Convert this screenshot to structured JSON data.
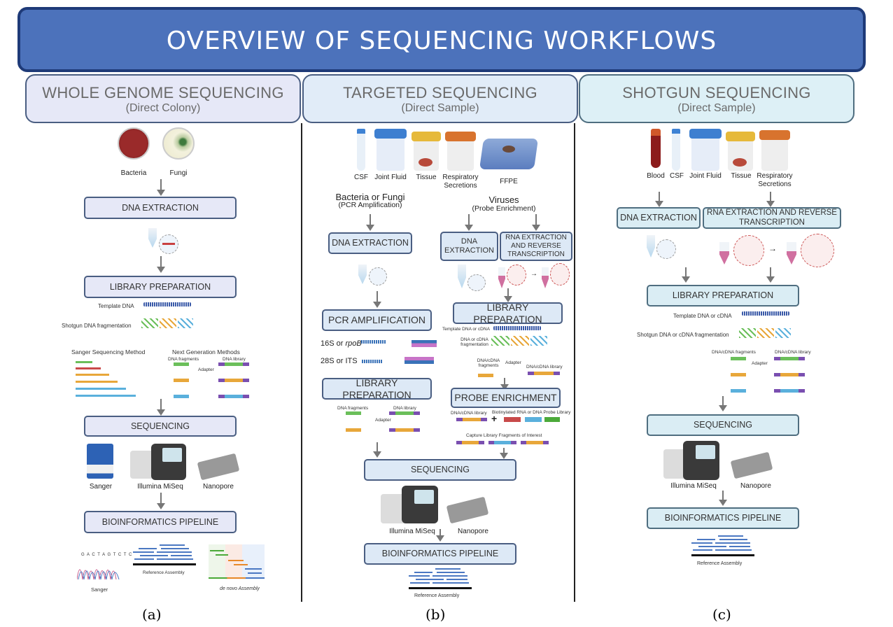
{
  "title": "OVERVIEW OF SEQUENCING WORKFLOWS",
  "colors": {
    "banner": "#4c72bb",
    "banner_border": "#1e3a78",
    "column_a_bg": "#e6e8f7",
    "column_b_bg": "#e1ecf8",
    "column_c_bg": "#ddf0f6",
    "box_border": "#4a5e82",
    "arrow": "#777777",
    "reads": "#4b78c2"
  },
  "columns": [
    {
      "id": "a",
      "title": "WHOLE GENOME SEQUENCING",
      "subtitle": "(Direct Colony)",
      "caption": "(a)",
      "samples": [
        "Bacteria",
        "Fungi"
      ],
      "steps": {
        "dna_extraction": "DNA EXTRACTION",
        "library_preparation": "LIBRARY PREPARATION",
        "sequencing": "SEQUENCING",
        "bioinformatics": "BIOINFORMATICS PIPELINE"
      },
      "library": {
        "template": "Template DNA",
        "fragmentation": "Shotgun DNA fragmentation",
        "sanger_method": "Sanger Sequencing Method",
        "ngs_method": "Next Generation Methods",
        "dna_fragments": "DNA fragments",
        "dna_library": "DNA library",
        "adapter": "Adapter"
      },
      "instruments": [
        "Sanger",
        "Illumina MiSeq",
        "Nanopore"
      ],
      "outputs": [
        "Sanger",
        "Reference Assembly",
        "de novo Assembly"
      ],
      "sanger_trace_seq": "G A C T A G T C T C"
    },
    {
      "id": "b",
      "title": "TARGETED SEQUENCING",
      "subtitle": "(Direct Sample)",
      "caption": "(b)",
      "samples": [
        "CSF",
        "Joint Fluid",
        "Tissue",
        "Respiratory Secretions",
        "FFPE"
      ],
      "branch_left": {
        "title": "Bacteria or Fungi",
        "subtitle": "(PCR Amplification)"
      },
      "branch_right": {
        "title": "Viruses",
        "subtitle": "(Probe Enrichment)"
      },
      "left_steps": {
        "dna_extraction": "DNA EXTRACTION",
        "pcr": "PCR AMPLIFICATION",
        "library_preparation": "LIBRARY PREPARATION"
      },
      "pcr_targets": [
        {
          "name": "16S or ",
          "gene": "rpoB"
        },
        {
          "name": "28S or ITS",
          "gene": ""
        }
      ],
      "left_library": {
        "dna_fragments": "DNA fragments",
        "dna_library": "DNA library",
        "adapter": "Adapter"
      },
      "right_steps": {
        "dna_extraction": "DNA EXTRACTION",
        "rna_extraction": "RNA EXTRACTION AND REVERSE TRANSCRIPTION",
        "library_preparation": "LIBRARY PREPARATION",
        "probe_enrichment": "PROBE ENRICHMENT"
      },
      "right_library": {
        "template": "Template DNA or cDNA",
        "fragmentation": "DNA or cDNA fragmentation",
        "fragments": "DNA/cDNA fragments",
        "adapter": "Adapter",
        "library": "DNA/cDNA library"
      },
      "probe": {
        "library": "DNA/cDNA library",
        "probe_library": "Biotinylated RNA or DNA Probe Library",
        "capture": "Capture Library Fragments of Interest"
      },
      "steps": {
        "sequencing": "SEQUENCING",
        "bioinformatics": "BIOINFORMATICS PIPELINE"
      },
      "instruments": [
        "Illumina MiSeq",
        "Nanopore"
      ],
      "outputs": [
        "Reference Assembly"
      ]
    },
    {
      "id": "c",
      "title": "SHOTGUN SEQUENCING",
      "subtitle": "(Direct Sample)",
      "caption": "(c)",
      "samples": [
        "Blood",
        "CSF",
        "Joint Fluid",
        "Tissue",
        "Respiratory Secretions"
      ],
      "steps": {
        "dna_extraction": "DNA EXTRACTION",
        "rna_extraction": "RNA EXTRACTION AND REVERSE TRANSCRIPTION",
        "library_preparation": "LIBRARY PREPARATION",
        "sequencing": "SEQUENCING",
        "bioinformatics": "BIOINFORMATICS PIPELINE"
      },
      "library": {
        "template": "Template DNA or cDNA",
        "fragmentation": "Shotgun DNA or cDNA fragmentation",
        "fragments": "DNA/cDNA fragments",
        "library": "DNA/cDNA library",
        "adapter": "Adapter"
      },
      "instruments": [
        "Illumina MiSeq",
        "Nanopore"
      ],
      "outputs": [
        "Reference Assembly"
      ]
    }
  ]
}
